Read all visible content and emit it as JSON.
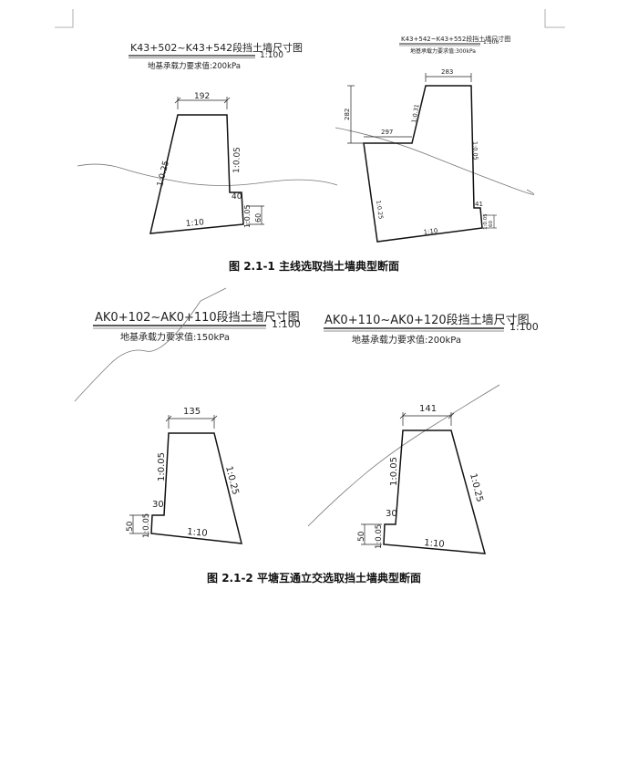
{
  "figure1": {
    "left": {
      "title": "K43+502~K43+542段挡土墙尺寸图",
      "scale": "1:100",
      "subtitle": "地基承载力要求值:200kPa",
      "dims": {
        "top_width": "192",
        "step": "40",
        "toe_slope": "1:0.05",
        "toe_height": "60"
      },
      "slopes": {
        "front": "1:0.25",
        "back": "1:0.05",
        "base": "1:10"
      }
    },
    "right": {
      "title": "K43+542~K43+552段挡土墙尺寸图",
      "scale": "1:100",
      "subtitle": "地基承载力要求值:300kPa",
      "dims": {
        "top_width": "283",
        "height": "282",
        "step_width": "297",
        "step": "41",
        "toe_height": "60",
        "toe_slope": "1:0.05"
      },
      "slopes": {
        "upper": "1:0.31",
        "front": "1:0.25",
        "back": "1:0.05",
        "base": "1:10"
      }
    },
    "caption": "图 2.1-1   主线选取挡土墙典型断面"
  },
  "figure2": {
    "left": {
      "title": "AK0+102~AK0+110段挡土墙尺寸图",
      "scale": "1:100",
      "subtitle": "地基承载力要求值:150kPa",
      "dims": {
        "top_width": "135",
        "step": "30",
        "toe_height": "50"
      },
      "slopes": {
        "front": "1:0.05",
        "back": "1:0.25",
        "toe": "1:0.05",
        "base": "1:10"
      }
    },
    "right": {
      "title": "AK0+110~AK0+120段挡土墙尺寸图",
      "scale": "1:100",
      "subtitle": "地基承载力要求值:200kPa",
      "dims": {
        "top_width": "141",
        "step": "30",
        "toe_height": "50"
      },
      "slopes": {
        "front": "1:0.05",
        "back": "1:0.25",
        "toe": "1:0.05",
        "base": "1:10"
      }
    },
    "caption": "图 2.1-2   平塘互通立交选取挡土墙典型断面"
  }
}
